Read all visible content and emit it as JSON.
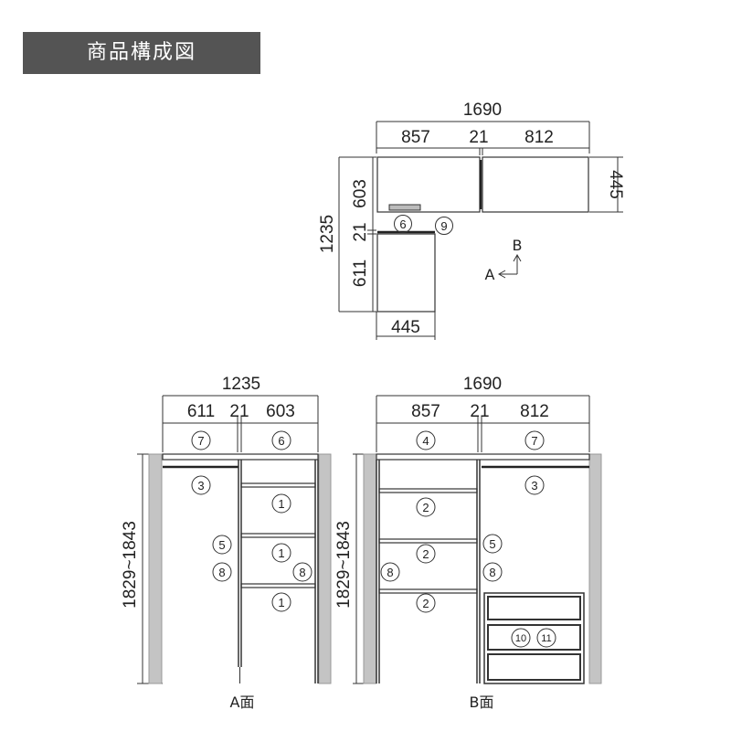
{
  "header": {
    "title": "商品構成図"
  },
  "top_view": {
    "width_total": "1690",
    "width_a": "857",
    "width_gap": "21",
    "width_b": "812",
    "depth_right": "445",
    "height_total": "1235",
    "height_a": "603",
    "height_gap": "21",
    "height_b": "611",
    "depth_bottom": "445",
    "label_6": "6",
    "label_9": "9",
    "dir_b": "B",
    "dir_a": "A"
  },
  "a_face": {
    "width_total": "1235",
    "width_left": "611",
    "width_gap": "21",
    "width_right": "603",
    "height": "1829~1843",
    "label_7": "7",
    "label_6": "6",
    "label_3": "3",
    "label_1a": "1",
    "label_5": "5",
    "label_1b": "1",
    "label_8a": "8",
    "label_8b": "8",
    "label_1c": "1",
    "name": "A面"
  },
  "b_face": {
    "width_total": "1690",
    "width_left": "857",
    "width_gap": "21",
    "width_right": "812",
    "height": "1829~1843",
    "label_4": "4",
    "label_7": "7",
    "label_3": "3",
    "label_2a": "2",
    "label_5": "5",
    "label_2b": "2",
    "label_8a": "8",
    "label_8b": "8",
    "label_2c": "2",
    "label_10": "10",
    "label_11": "11",
    "name": "B面"
  }
}
